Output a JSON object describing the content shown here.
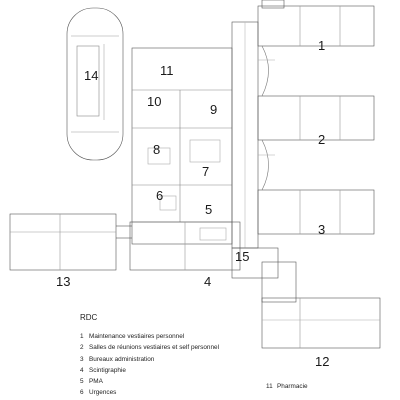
{
  "plan": {
    "level_label": "RDC",
    "zones": [
      {
        "id": "1",
        "label": "1"
      },
      {
        "id": "2",
        "label": "2"
      },
      {
        "id": "3",
        "label": "3"
      },
      {
        "id": "4",
        "label": "4"
      },
      {
        "id": "5",
        "label": "5"
      },
      {
        "id": "6",
        "label": "6"
      },
      {
        "id": "7",
        "label": "7"
      },
      {
        "id": "8",
        "label": "8"
      },
      {
        "id": "9",
        "label": "9"
      },
      {
        "id": "10",
        "label": "10"
      },
      {
        "id": "11",
        "label": "11"
      },
      {
        "id": "12",
        "label": "12"
      },
      {
        "id": "13",
        "label": "13"
      },
      {
        "id": "14",
        "label": "14"
      },
      {
        "id": "15",
        "label": "15"
      }
    ]
  },
  "legend": {
    "items": [
      {
        "num": "1",
        "text": "Maintenance  vestiaires personnel"
      },
      {
        "num": "2",
        "text": "Salles de réunions vestiaires et self personnel"
      },
      {
        "num": "3",
        "text": "Bureaux administration"
      },
      {
        "num": "4",
        "text": "Scintigraphie"
      },
      {
        "num": "5",
        "text": "PMA"
      },
      {
        "num": "6",
        "text": "Urgences"
      }
    ],
    "extra": {
      "num": "11",
      "text": "Pharmacie"
    }
  }
}
